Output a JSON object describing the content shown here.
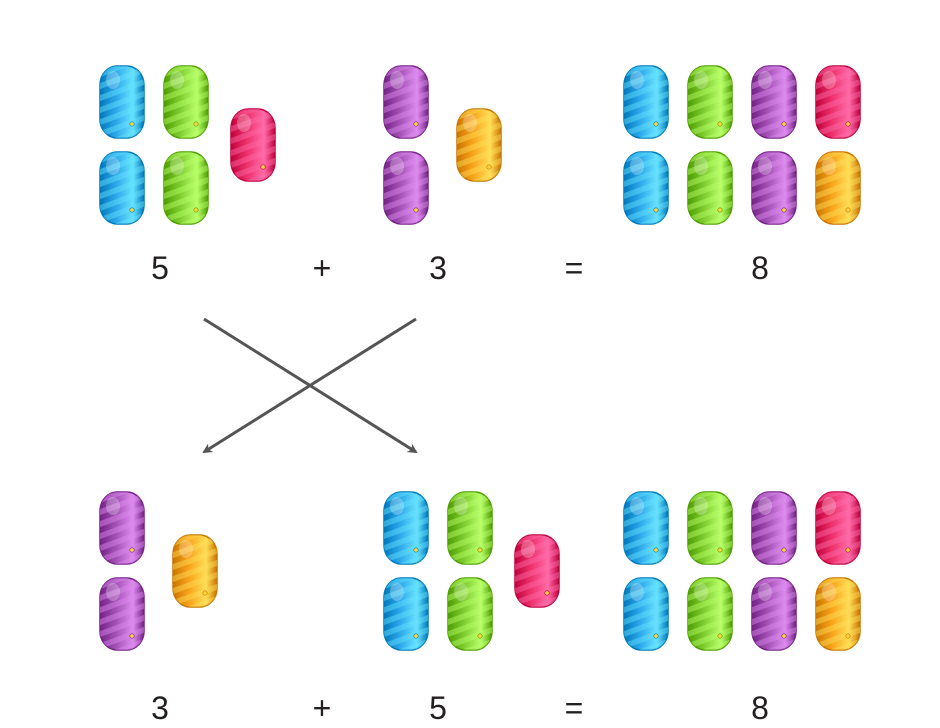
{
  "colors": {
    "blue": "#2aa6e8",
    "green": "#7ccb2e",
    "pink": "#ec2f6b",
    "purple": "#a24fb4",
    "orange": "#f7a21a",
    "arrow": "#555555",
    "text": "#231f20"
  },
  "top_equation": {
    "left_value": "5",
    "operator": "+",
    "right_value": "3",
    "equals": "=",
    "result": "8",
    "left_group": [
      "blue",
      "green",
      "blue",
      "green",
      "pink"
    ],
    "right_group": [
      "purple",
      "orange",
      "purple"
    ],
    "result_group": [
      "blue",
      "green",
      "purple",
      "pink",
      "blue",
      "green",
      "purple",
      "orange"
    ]
  },
  "bottom_equation": {
    "left_value": "3",
    "operator": "+",
    "right_value": "5",
    "equals": "=",
    "result": "8",
    "left_group": [
      "purple",
      "orange",
      "purple"
    ],
    "right_group": [
      "blue",
      "green",
      "blue",
      "green",
      "pink"
    ],
    "result_group": [
      "blue",
      "green",
      "purple",
      "pink",
      "blue",
      "green",
      "purple",
      "orange"
    ]
  },
  "icons": {
    "token": "striped-capsule-icon",
    "arrow": "crossing-arrows-icon"
  }
}
